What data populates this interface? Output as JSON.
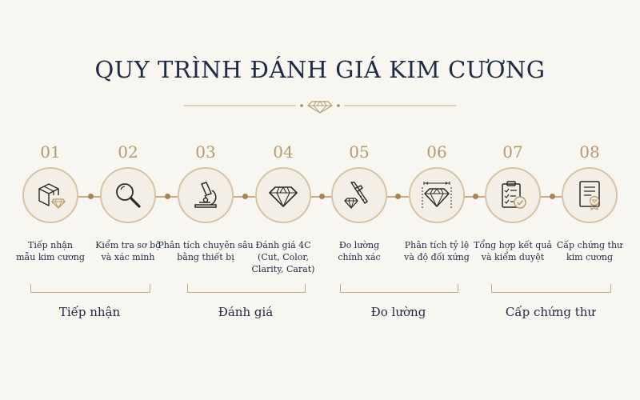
{
  "title": "QUY TRÌNH ĐÁNH GIÁ KIM CƯƠNG",
  "colors": {
    "background": "#f8f6f1",
    "navy": "#1f2a44",
    "gold": "#b59a6b",
    "connector": "#c8ab80",
    "circle_fill": "#f4efe6"
  },
  "divider_icon": "diamond-icon",
  "steps": [
    {
      "number": "01",
      "icon": "box-diamond-icon",
      "label": [
        "Tiếp nhận",
        "mẫu kim cương"
      ]
    },
    {
      "number": "02",
      "icon": "magnifier-icon",
      "label": [
        "Kiểm tra sơ bộ",
        "và xác minh"
      ]
    },
    {
      "number": "03",
      "icon": "microscope-icon",
      "label": [
        "Phân tích chuyên sâu",
        "bằng thiết bị"
      ]
    },
    {
      "number": "04",
      "icon": "diamond-icon",
      "label": [
        "Đánh giá 4C",
        "(Cut, Color,",
        "Clarity, Carat)"
      ]
    },
    {
      "number": "05",
      "icon": "caliper-diamond-icon",
      "label": [
        "Đo lường",
        "chính xác"
      ]
    },
    {
      "number": "06",
      "icon": "diamond-measure-icon",
      "label": [
        "Phân tích tỷ lệ",
        "và độ đối xứng"
      ]
    },
    {
      "number": "07",
      "icon": "clipboard-check-icon",
      "label": [
        "Tổng hợp kết quả",
        "và kiểm duyệt"
      ]
    },
    {
      "number": "08",
      "icon": "certificate-icon",
      "label": [
        "Cấp chứng thư",
        "kim cương"
      ]
    }
  ],
  "groups": [
    {
      "label": "Tiếp nhận"
    },
    {
      "label": "Đánh giá"
    },
    {
      "label": "Đo lường"
    },
    {
      "label": "Cấp chứng thư"
    }
  ]
}
